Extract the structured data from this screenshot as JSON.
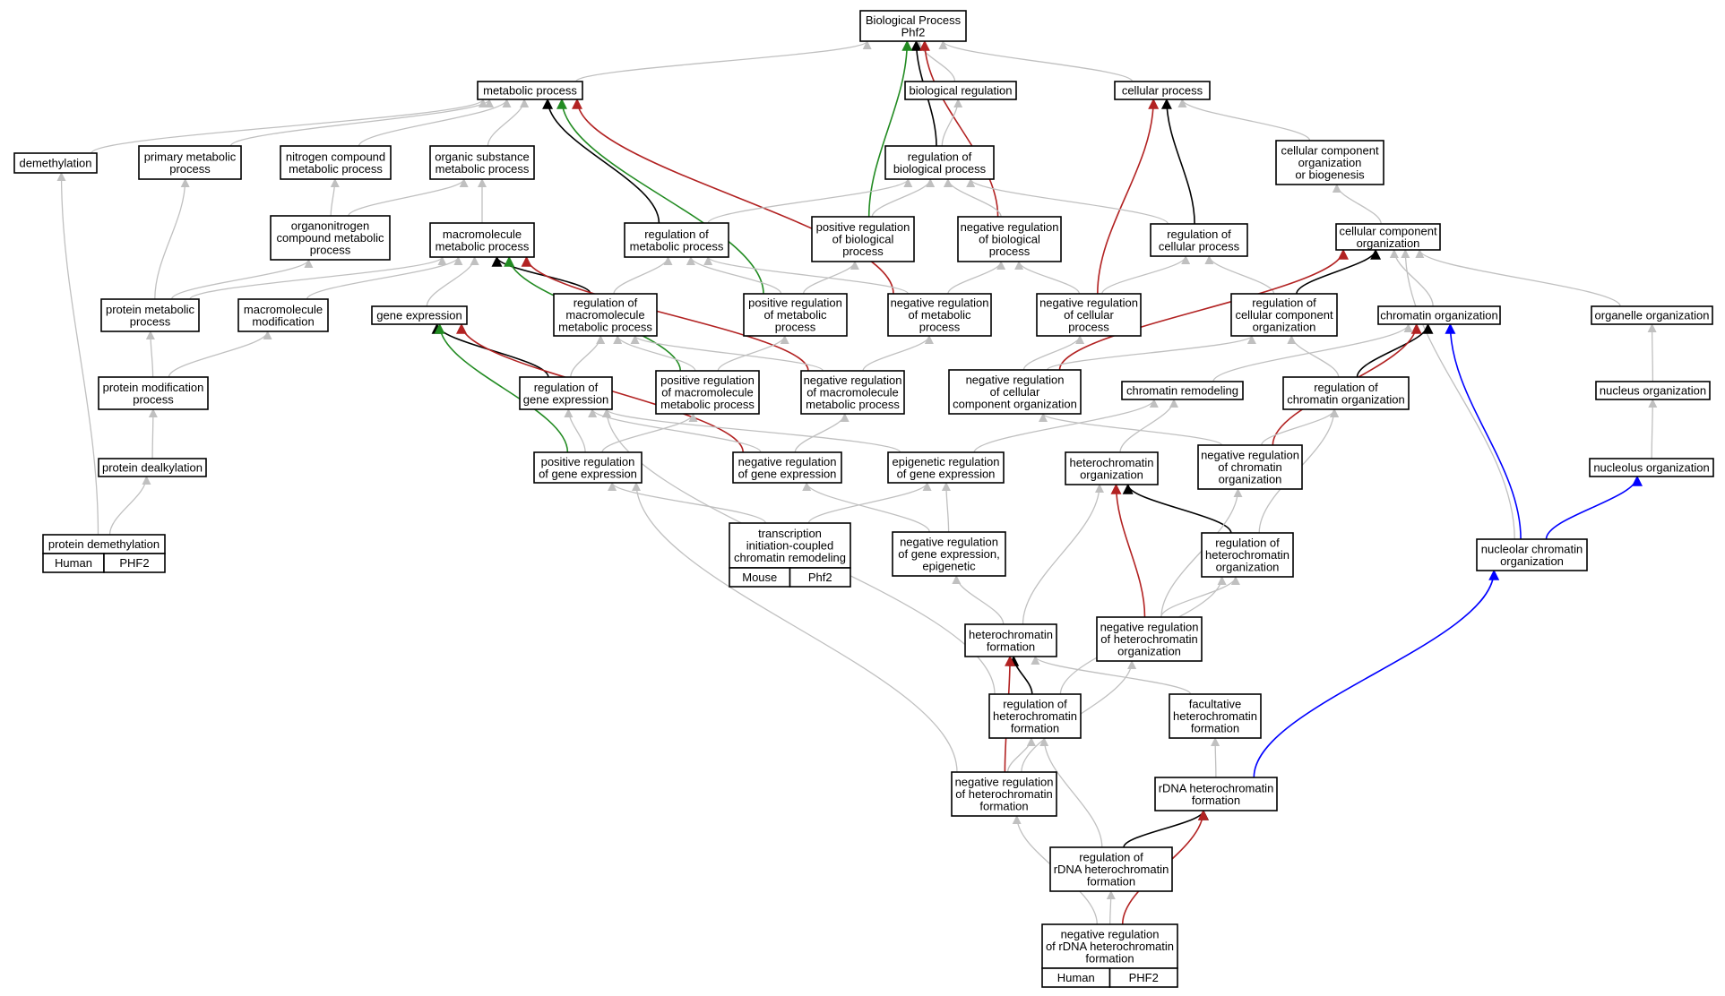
{
  "colors": {
    "gray": "#c0c0c0",
    "black": "#000000",
    "green": "#228b22",
    "red": "#b22222",
    "blue": "#0000ff",
    "human": "#ff6347",
    "mouse": "#add8e6"
  },
  "nodes": {
    "bp": {
      "lines": [
        "Biological Process",
        "Phf2"
      ]
    },
    "metab": {
      "lines": [
        "metabolic process"
      ]
    },
    "bioreg": {
      "lines": [
        "biological regulation"
      ]
    },
    "cellproc": {
      "lines": [
        "cellular process"
      ]
    },
    "demeth": {
      "lines": [
        "demethylation"
      ]
    },
    "primmet": {
      "lines": [
        "primary metabolic",
        "process"
      ]
    },
    "nitro": {
      "lines": [
        "nitrogen compound",
        "metabolic process"
      ]
    },
    "orgsub": {
      "lines": [
        "organic substance",
        "metabolic process"
      ]
    },
    "regbio": {
      "lines": [
        "regulation of",
        "biological process"
      ]
    },
    "ccob": {
      "lines": [
        "cellular component",
        "organization",
        "or biogenesis"
      ]
    },
    "orgnitro": {
      "lines": [
        "organonitrogen",
        "compound metabolic",
        "process"
      ]
    },
    "macromet": {
      "lines": [
        "macromolecule",
        "metabolic process"
      ]
    },
    "regmet": {
      "lines": [
        "regulation of",
        "metabolic process"
      ]
    },
    "posbio": {
      "lines": [
        "positive regulation",
        "of biological",
        "process"
      ]
    },
    "negbio": {
      "lines": [
        "negative regulation",
        "of biological",
        "process"
      ]
    },
    "regcell": {
      "lines": [
        "regulation of",
        "cellular process"
      ]
    },
    "ccorg": {
      "lines": [
        "cellular component",
        "organization"
      ]
    },
    "protmet": {
      "lines": [
        "protein metabolic",
        "process"
      ]
    },
    "macromod": {
      "lines": [
        "macromolecule",
        "modification"
      ]
    },
    "geneexp": {
      "lines": [
        "gene expression"
      ]
    },
    "regmacro": {
      "lines": [
        "regulation of",
        "macromolecule",
        "metabolic process"
      ]
    },
    "posmet": {
      "lines": [
        "positive regulation",
        "of metabolic",
        "process"
      ]
    },
    "negmet": {
      "lines": [
        "negative regulation",
        "of metabolic",
        "process"
      ]
    },
    "negcell": {
      "lines": [
        "negative regulation",
        "of cellular",
        "process"
      ]
    },
    "regccorg": {
      "lines": [
        "regulation of",
        "cellular component",
        "organization"
      ]
    },
    "chromorg": {
      "lines": [
        "chromatin organization"
      ]
    },
    "organelle": {
      "lines": [
        "organelle organization"
      ]
    },
    "protmod": {
      "lines": [
        "protein modification",
        "process"
      ]
    },
    "reggene": {
      "lines": [
        "regulation of",
        "gene expression"
      ]
    },
    "posmacro": {
      "lines": [
        "positive regulation",
        "of macromolecule",
        "metabolic process"
      ]
    },
    "negmacro": {
      "lines": [
        "negative regulation",
        "of macromolecule",
        "metabolic process"
      ]
    },
    "negccorg": {
      "lines": [
        "negative regulation",
        "of cellular",
        "component organization"
      ]
    },
    "chromrem": {
      "lines": [
        "chromatin remodeling"
      ]
    },
    "regchrom": {
      "lines": [
        "regulation of",
        "chromatin organization"
      ]
    },
    "nucorg": {
      "lines": [
        "nucleus organization"
      ]
    },
    "protdealk": {
      "lines": [
        "protein dealkylation"
      ]
    },
    "posgene": {
      "lines": [
        "positive regulation",
        "of gene expression"
      ]
    },
    "neggene": {
      "lines": [
        "negative regulation",
        "of gene expression"
      ]
    },
    "epigen": {
      "lines": [
        "epigenetic regulation",
        "of gene expression"
      ]
    },
    "hetorg": {
      "lines": [
        "heterochromatin",
        "organization"
      ]
    },
    "negchrom": {
      "lines": [
        "negative regulation",
        "of chromatin",
        "organization"
      ]
    },
    "nucleolus": {
      "lines": [
        "nucleolus organization"
      ]
    },
    "protdemeth": {
      "lines": [
        "protein demethylation"
      ],
      "tag": [
        "Human",
        "PHF2"
      ],
      "tagColor": "human"
    },
    "transcr": {
      "lines": [
        "transcription",
        "initiation-coupled",
        "chromatin remodeling"
      ],
      "tag": [
        "Mouse",
        "Phf2"
      ],
      "tagColor": "mouse"
    },
    "negepi": {
      "lines": [
        "negative regulation",
        "of gene expression,",
        "epigenetic"
      ]
    },
    "reghetorg": {
      "lines": [
        "regulation of",
        "heterochromatin",
        "organization"
      ]
    },
    "nucchrom": {
      "lines": [
        "nucleolar chromatin",
        "organization"
      ]
    },
    "hetform": {
      "lines": [
        "heterochromatin",
        "formation"
      ]
    },
    "neghetorg": {
      "lines": [
        "negative regulation",
        "of heterochromatin",
        "organization"
      ]
    },
    "reghetform": {
      "lines": [
        "regulation of",
        "heterochromatin",
        "formation"
      ]
    },
    "facult": {
      "lines": [
        "facultative",
        "heterochromatin",
        "formation"
      ]
    },
    "neghetform": {
      "lines": [
        "negative regulation",
        "of heterochromatin",
        "formation"
      ]
    },
    "rdnahet": {
      "lines": [
        "rDNA heterochromatin",
        "formation"
      ]
    },
    "regrdna": {
      "lines": [
        "regulation of",
        "rDNA heterochromatin",
        "formation"
      ]
    },
    "negrdna": {
      "lines": [
        "negative regulation",
        "of rDNA heterochromatin",
        "formation"
      ],
      "tag": [
        "Human",
        "PHF2"
      ],
      "tagColor": "human"
    }
  },
  "edges": [
    {
      "from": "metab",
      "to": "bp",
      "color": "gray"
    },
    {
      "from": "bioreg",
      "to": "bp",
      "color": "gray"
    },
    {
      "from": "cellproc",
      "to": "bp",
      "color": "gray"
    },
    {
      "from": "regbio",
      "to": "bp",
      "color": "black"
    },
    {
      "from": "posbio",
      "to": "bp",
      "color": "green"
    },
    {
      "from": "negbio",
      "to": "bp",
      "color": "red"
    },
    {
      "from": "demeth",
      "to": "metab",
      "color": "gray"
    },
    {
      "from": "primmet",
      "to": "metab",
      "color": "gray"
    },
    {
      "from": "nitro",
      "to": "metab",
      "color": "gray"
    },
    {
      "from": "orgsub",
      "to": "metab",
      "color": "gray"
    },
    {
      "from": "regmet",
      "to": "metab",
      "color": "black"
    },
    {
      "from": "posmet",
      "to": "metab",
      "color": "green"
    },
    {
      "from": "negmet",
      "to": "metab",
      "color": "red"
    },
    {
      "from": "regbio",
      "to": "bioreg",
      "color": "gray"
    },
    {
      "from": "regcell",
      "to": "cellproc",
      "color": "black"
    },
    {
      "from": "negcell",
      "to": "cellproc",
      "color": "red"
    },
    {
      "from": "ccob",
      "to": "cellproc",
      "color": "gray"
    },
    {
      "from": "regmet",
      "to": "regbio",
      "color": "gray"
    },
    {
      "from": "posbio",
      "to": "regbio",
      "color": "gray"
    },
    {
      "from": "negbio",
      "to": "regbio",
      "color": "gray"
    },
    {
      "from": "regcell",
      "to": "regbio",
      "color": "gray"
    },
    {
      "from": "ccorg",
      "to": "ccob",
      "color": "gray"
    },
    {
      "from": "orgnitro",
      "to": "nitro",
      "color": "gray"
    },
    {
      "from": "orgnitro",
      "to": "orgsub",
      "color": "gray"
    },
    {
      "from": "macromet",
      "to": "orgsub",
      "color": "gray"
    },
    {
      "from": "protmet",
      "to": "primmet",
      "color": "gray"
    },
    {
      "from": "protmet",
      "to": "orgnitro",
      "color": "gray"
    },
    {
      "from": "protmet",
      "to": "macromet",
      "color": "gray"
    },
    {
      "from": "macromod",
      "to": "macromet",
      "color": "gray"
    },
    {
      "from": "geneexp",
      "to": "macromet",
      "color": "gray"
    },
    {
      "from": "regmacro",
      "to": "macromet",
      "color": "black"
    },
    {
      "from": "posmacro",
      "to": "macromet",
      "color": "green"
    },
    {
      "from": "negmacro",
      "to": "macromet",
      "color": "red"
    },
    {
      "from": "regmacro",
      "to": "regmet",
      "color": "gray"
    },
    {
      "from": "posmet",
      "to": "regmet",
      "color": "gray"
    },
    {
      "from": "negmet",
      "to": "regmet",
      "color": "gray"
    },
    {
      "from": "posmet",
      "to": "posbio",
      "color": "gray"
    },
    {
      "from": "negmet",
      "to": "negbio",
      "color": "gray"
    },
    {
      "from": "negcell",
      "to": "negbio",
      "color": "gray"
    },
    {
      "from": "negcell",
      "to": "regcell",
      "color": "gray"
    },
    {
      "from": "regccorg",
      "to": "regcell",
      "color": "gray"
    },
    {
      "from": "regccorg",
      "to": "ccorg",
      "color": "black"
    },
    {
      "from": "negccorg",
      "to": "ccorg",
      "color": "red"
    },
    {
      "from": "chromorg",
      "to": "ccorg",
      "color": "gray"
    },
    {
      "from": "organelle",
      "to": "ccorg",
      "color": "gray"
    },
    {
      "from": "nucchrom",
      "to": "ccorg",
      "color": "gray"
    },
    {
      "from": "protmod",
      "to": "protmet",
      "color": "gray"
    },
    {
      "from": "protmod",
      "to": "macromod",
      "color": "gray"
    },
    {
      "from": "reggene",
      "to": "geneexp",
      "color": "black"
    },
    {
      "from": "posgene",
      "to": "geneexp",
      "color": "green"
    },
    {
      "from": "neggene",
      "to": "geneexp",
      "color": "red"
    },
    {
      "from": "reggene",
      "to": "regmacro",
      "color": "gray"
    },
    {
      "from": "posmacro",
      "to": "regmacro",
      "color": "gray"
    },
    {
      "from": "negmacro",
      "to": "regmacro",
      "color": "gray"
    },
    {
      "from": "posmacro",
      "to": "posmet",
      "color": "gray"
    },
    {
      "from": "negmacro",
      "to": "negmet",
      "color": "gray"
    },
    {
      "from": "negccorg",
      "to": "negcell",
      "color": "gray"
    },
    {
      "from": "negccorg",
      "to": "regccorg",
      "color": "gray"
    },
    {
      "from": "regchrom",
      "to": "regccorg",
      "color": "gray"
    },
    {
      "from": "regchrom",
      "to": "chromorg",
      "color": "black"
    },
    {
      "from": "negchrom",
      "to": "chromorg",
      "color": "red"
    },
    {
      "from": "chromrem",
      "to": "chromorg",
      "color": "gray"
    },
    {
      "from": "nucchrom",
      "to": "chromorg",
      "color": "blue"
    },
    {
      "from": "nucorg",
      "to": "organelle",
      "color": "gray"
    },
    {
      "from": "protdealk",
      "to": "protmod",
      "color": "gray"
    },
    {
      "from": "posgene",
      "to": "reggene",
      "color": "gray"
    },
    {
      "from": "neggene",
      "to": "reggene",
      "color": "gray"
    },
    {
      "from": "epigen",
      "to": "reggene",
      "color": "gray"
    },
    {
      "from": "reghetform",
      "to": "reggene",
      "color": "gray"
    },
    {
      "from": "posgene",
      "to": "posmacro",
      "color": "gray"
    },
    {
      "from": "neggene",
      "to": "negmacro",
      "color": "gray"
    },
    {
      "from": "negchrom",
      "to": "negccorg",
      "color": "gray"
    },
    {
      "from": "hetorg",
      "to": "chromrem",
      "color": "gray"
    },
    {
      "from": "epigen",
      "to": "chromrem",
      "color": "gray"
    },
    {
      "from": "negchrom",
      "to": "regchrom",
      "color": "gray"
    },
    {
      "from": "reghetorg",
      "to": "regchrom",
      "color": "gray"
    },
    {
      "from": "nucleolus",
      "to": "nucorg",
      "color": "gray"
    },
    {
      "from": "protdemeth",
      "to": "protdealk",
      "color": "gray"
    },
    {
      "from": "protdemeth",
      "to": "demeth",
      "color": "gray"
    },
    {
      "from": "transcr",
      "to": "posgene",
      "color": "gray"
    },
    {
      "from": "transcr",
      "to": "epigen",
      "color": "gray"
    },
    {
      "from": "negepi",
      "to": "neggene",
      "color": "gray"
    },
    {
      "from": "negepi",
      "to": "epigen",
      "color": "gray"
    },
    {
      "from": "hetform",
      "to": "hetorg",
      "color": "gray"
    },
    {
      "from": "reghetorg",
      "to": "hetorg",
      "color": "black"
    },
    {
      "from": "neghetorg",
      "to": "hetorg",
      "color": "red"
    },
    {
      "from": "neghetorg",
      "to": "negchrom",
      "color": "gray"
    },
    {
      "from": "nucchrom",
      "to": "nucleolus",
      "color": "blue"
    },
    {
      "from": "hetform",
      "to": "negepi",
      "color": "gray"
    },
    {
      "from": "neghetorg",
      "to": "reghetorg",
      "color": "gray"
    },
    {
      "from": "reghetform",
      "to": "reghetorg",
      "color": "gray"
    },
    {
      "from": "reghetform",
      "to": "hetform",
      "color": "black"
    },
    {
      "from": "neghetform",
      "to": "hetform",
      "color": "red"
    },
    {
      "from": "facult",
      "to": "hetform",
      "color": "gray"
    },
    {
      "from": "neghetform",
      "to": "reghetform",
      "color": "gray"
    },
    {
      "from": "neghetform",
      "to": "neghetorg",
      "color": "gray"
    },
    {
      "from": "neghetform",
      "to": "posgene",
      "color": "gray"
    },
    {
      "from": "rdnahet",
      "to": "facult",
      "color": "gray"
    },
    {
      "from": "rdnahet",
      "to": "nucchrom",
      "color": "blue"
    },
    {
      "from": "regrdna",
      "to": "rdnahet",
      "color": "black"
    },
    {
      "from": "regrdna",
      "to": "reghetform",
      "color": "gray"
    },
    {
      "from": "negrdna",
      "to": "regrdna",
      "color": "gray"
    },
    {
      "from": "negrdna",
      "to": "neghetform",
      "color": "gray"
    },
    {
      "from": "negrdna",
      "to": "rdnahet",
      "color": "red"
    }
  ]
}
